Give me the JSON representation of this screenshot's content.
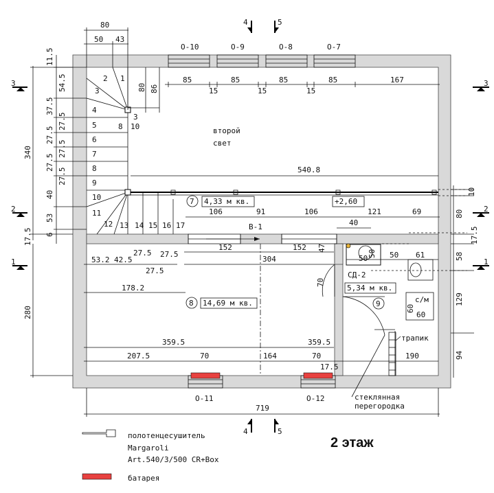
{
  "title": "2 этаж",
  "windows": {
    "o10": "О-10",
    "o9": "О-9",
    "o8": "О-8",
    "o7": "О-7",
    "o11": "О-11",
    "o12": "О-12"
  },
  "sections": {
    "s4": "4",
    "s5": "5",
    "s3": "3",
    "s2": "2",
    "s1": "1"
  },
  "rooms": {
    "second_light": [
      "второй",
      "свет"
    ],
    "r7": {
      "num": "7",
      "area": "4,33 м кв."
    },
    "r8": {
      "num": "8",
      "area": "14,69 м кв."
    },
    "r9": {
      "num": "9",
      "area": "5,34 м кв."
    },
    "level": "+2,60"
  },
  "labels": {
    "door_v1": "В-1",
    "door_sd2": "СД-2",
    "ladder": "трапик",
    "glass_1": "стеклянная",
    "glass_2": "перегородка",
    "washer_1": "с/м",
    "washer_2": "60",
    "washer_side": "60"
  },
  "stairs": [
    "1",
    "2",
    "3",
    "4",
    "5",
    "6",
    "7",
    "8",
    "9",
    "10",
    "11",
    "12",
    "13",
    "14",
    "15",
    "16",
    "17"
  ],
  "legend": {
    "towel_1": "полотенцесушитель",
    "towel_2": "Margaroli",
    "towel_3": "Art.540/3/500 CR+Box",
    "battery": "батарея"
  },
  "dims": {
    "top_80": "80",
    "top_50": "50",
    "top_43": "43",
    "w85a": "85",
    "w15a": "15",
    "w85b": "85",
    "w15b": "15",
    "w85c": "85",
    "w15c": "15",
    "w85d": "85",
    "w167": "167",
    "v80": "80",
    "v86": "86",
    "n3": "3",
    "n8": "8",
    "n10": "10",
    "l11_5": "11.5",
    "l54_5": "54.5",
    "l37_5": "37.5",
    "l27_5a": "27.5",
    "l27_5b": "27.5",
    "l27_5c": "27.5",
    "l27_5d": "27.5",
    "l27_5e": "27.5",
    "l40": "40",
    "l53": "53",
    "l6": "6",
    "l17_5": "17.5",
    "L340": "340",
    "L280": "280",
    "d540_8": "540.8",
    "d106a": "106",
    "d91": "91",
    "d106b": "106",
    "d121": "121",
    "d69": "69",
    "d40": "40",
    "r10": "10",
    "r80": "80",
    "r17_5": "17.5",
    "r58": "58",
    "r129": "129",
    "r94": "94",
    "d152a": "152",
    "d152b": "152",
    "d304": "304",
    "d47": "47",
    "d50": "50",
    "d50b": "50",
    "d61": "61",
    "d70v": "70",
    "d53_2": "53.2",
    "d42_5": "42.5",
    "d27_5a": "27.5",
    "d27_5b": "27.5",
    "d27_5c": "27.5",
    "d178_2": "178.2",
    "d359_5a": "359.5",
    "d359_5b": "359.5",
    "d207_5": "207.5",
    "d70a": "70",
    "d164": "164",
    "d70b": "70",
    "d17_5": "17.5",
    "d190": "190",
    "d719": "719"
  }
}
